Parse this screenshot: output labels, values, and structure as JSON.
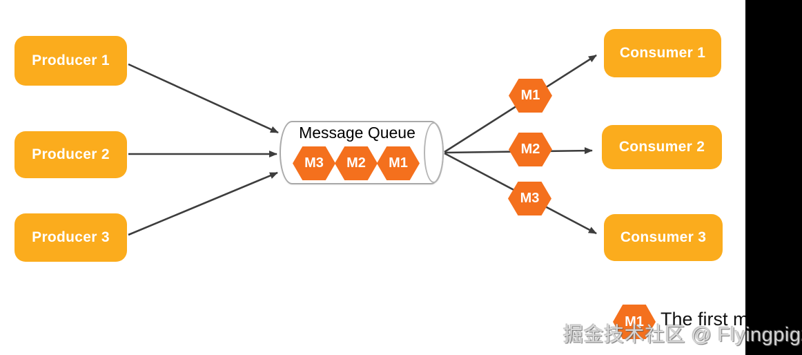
{
  "diagram": {
    "producers": [
      {
        "label": "Producer 1"
      },
      {
        "label": "Producer 2"
      },
      {
        "label": "Producer 3"
      }
    ],
    "queue": {
      "title": "Message Queue",
      "messages": [
        {
          "label": "M3"
        },
        {
          "label": "M2"
        },
        {
          "label": "M1"
        }
      ]
    },
    "consumers": [
      {
        "label": "Consumer 1"
      },
      {
        "label": "Consumer 2"
      },
      {
        "label": "Consumer 3"
      }
    ],
    "in_flight_messages": [
      {
        "label": "M1",
        "to": "Consumer 1"
      },
      {
        "label": "M2",
        "to": "Consumer 2"
      },
      {
        "label": "M3",
        "to": "Consumer 3"
      }
    ],
    "legend": {
      "symbol": "M1",
      "text": "The first me"
    },
    "watermark": "掘金技术社区 @ Flyingpigz",
    "colors": {
      "node_fill": "#FBAC1D",
      "message_fill": "#F4701D",
      "arrow": "#3D3D3D",
      "cylinder_border": "#A9A9A9",
      "side_bar": "#000000",
      "node_text": "#FFFFFF"
    }
  }
}
